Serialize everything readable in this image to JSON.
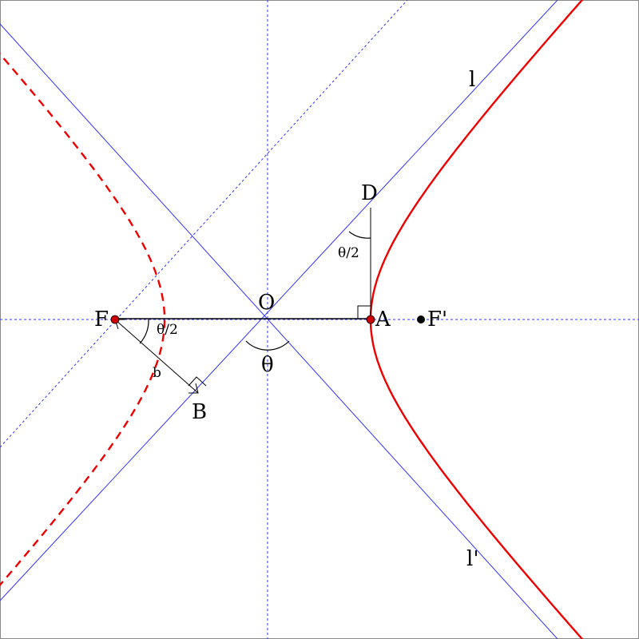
{
  "labels": {
    "F": "F",
    "O": "O",
    "A": "A",
    "F_prime": "F'",
    "B": "B",
    "D": "D",
    "l": "l",
    "l_prime": "l'",
    "theta": "θ",
    "half_theta_at_F": "θ/2",
    "half_theta_at_D": "θ/2",
    "b": "b"
  },
  "colors": {
    "curve": "#ee0000",
    "asymptote": "#3333ff",
    "axis": "#3333ff",
    "point_fill": "#cc0000",
    "ink": "#000000",
    "frame": "#888888"
  }
}
